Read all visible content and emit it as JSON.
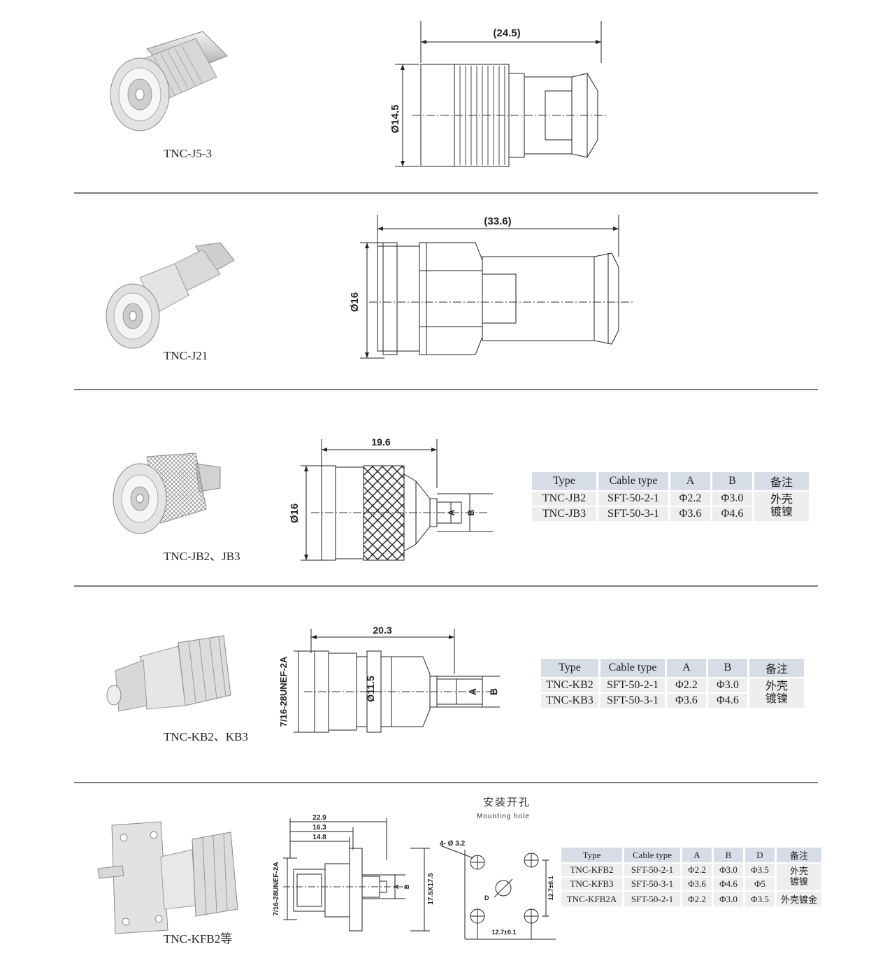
{
  "products": [
    {
      "caption": "TNC-J5-3",
      "dims": {
        "length": "(24.5)",
        "diameter": "Ø14.5"
      }
    },
    {
      "caption": "TNC-J21",
      "dims": {
        "length": "(33.6)",
        "diameter": "Ø16"
      }
    },
    {
      "caption": "TNC-JB2、JB3",
      "dims": {
        "length": "19.6",
        "diameter": "Ø16",
        "a": "A",
        "b": "B"
      },
      "table": {
        "headers": [
          "Type",
          "Cable type",
          "A",
          "B",
          "备注"
        ],
        "rows": [
          [
            "TNC-JB2",
            "SFT-50-2-1",
            "Φ2.2",
            "Φ3.0"
          ],
          [
            "TNC-JB3",
            "SFT-50-3-1",
            "Φ3.6",
            "Φ4.6"
          ]
        ],
        "note": [
          "外壳",
          "镀镍"
        ]
      }
    },
    {
      "caption": "TNC-KB2、KB3",
      "dims": {
        "length": "20.3",
        "thread": "7/16-28UNEF-2A",
        "diameter": "Ø11.5",
        "a": "A",
        "b": "B"
      },
      "table": {
        "headers": [
          "Type",
          "Cable type",
          "A",
          "B",
          "备注"
        ],
        "rows": [
          [
            "TNC-KB2",
            "SFT-50-2-1",
            "Φ2.2",
            "Φ3.0"
          ],
          [
            "TNC-KB3",
            "SFT-50-3-1",
            "Φ3.6",
            "Φ4.6"
          ]
        ],
        "note": [
          "外壳",
          "镀镍"
        ]
      }
    },
    {
      "caption": "TNC-KFB2等",
      "dims": {
        "l1": "22.9",
        "l2": "16.3",
        "l3": "14.8",
        "thread": "7/16-28UNEF-2A",
        "flange": "17.5X17.5",
        "a": "A",
        "b": "B"
      },
      "mounting": {
        "title": "安装开孔",
        "subtitle": "Mounting hole",
        "holes": "4- Ø 3.2",
        "d": "D",
        "h": "12.7±0.1",
        "v": "12.7±0.1"
      },
      "table": {
        "headers": [
          "Type",
          "Cable type",
          "A",
          "B",
          "D",
          "备注"
        ],
        "rows": [
          [
            "TNC-KFB2",
            "SFT-50-2-1",
            "Φ2.2",
            "Φ3.0",
            "Φ3.5"
          ],
          [
            "TNC-KFB3",
            "SFT-50-3-1",
            "Φ3.6",
            "Φ4.6",
            "Φ5"
          ],
          [
            "TNC-KFB2A",
            "SFT-50-2-1",
            "Φ2.2",
            "Φ3.0",
            "Φ3.5"
          ]
        ],
        "note_merged": [
          "外壳",
          "镀镍"
        ],
        "note_last": "外壳镀金"
      }
    }
  ]
}
